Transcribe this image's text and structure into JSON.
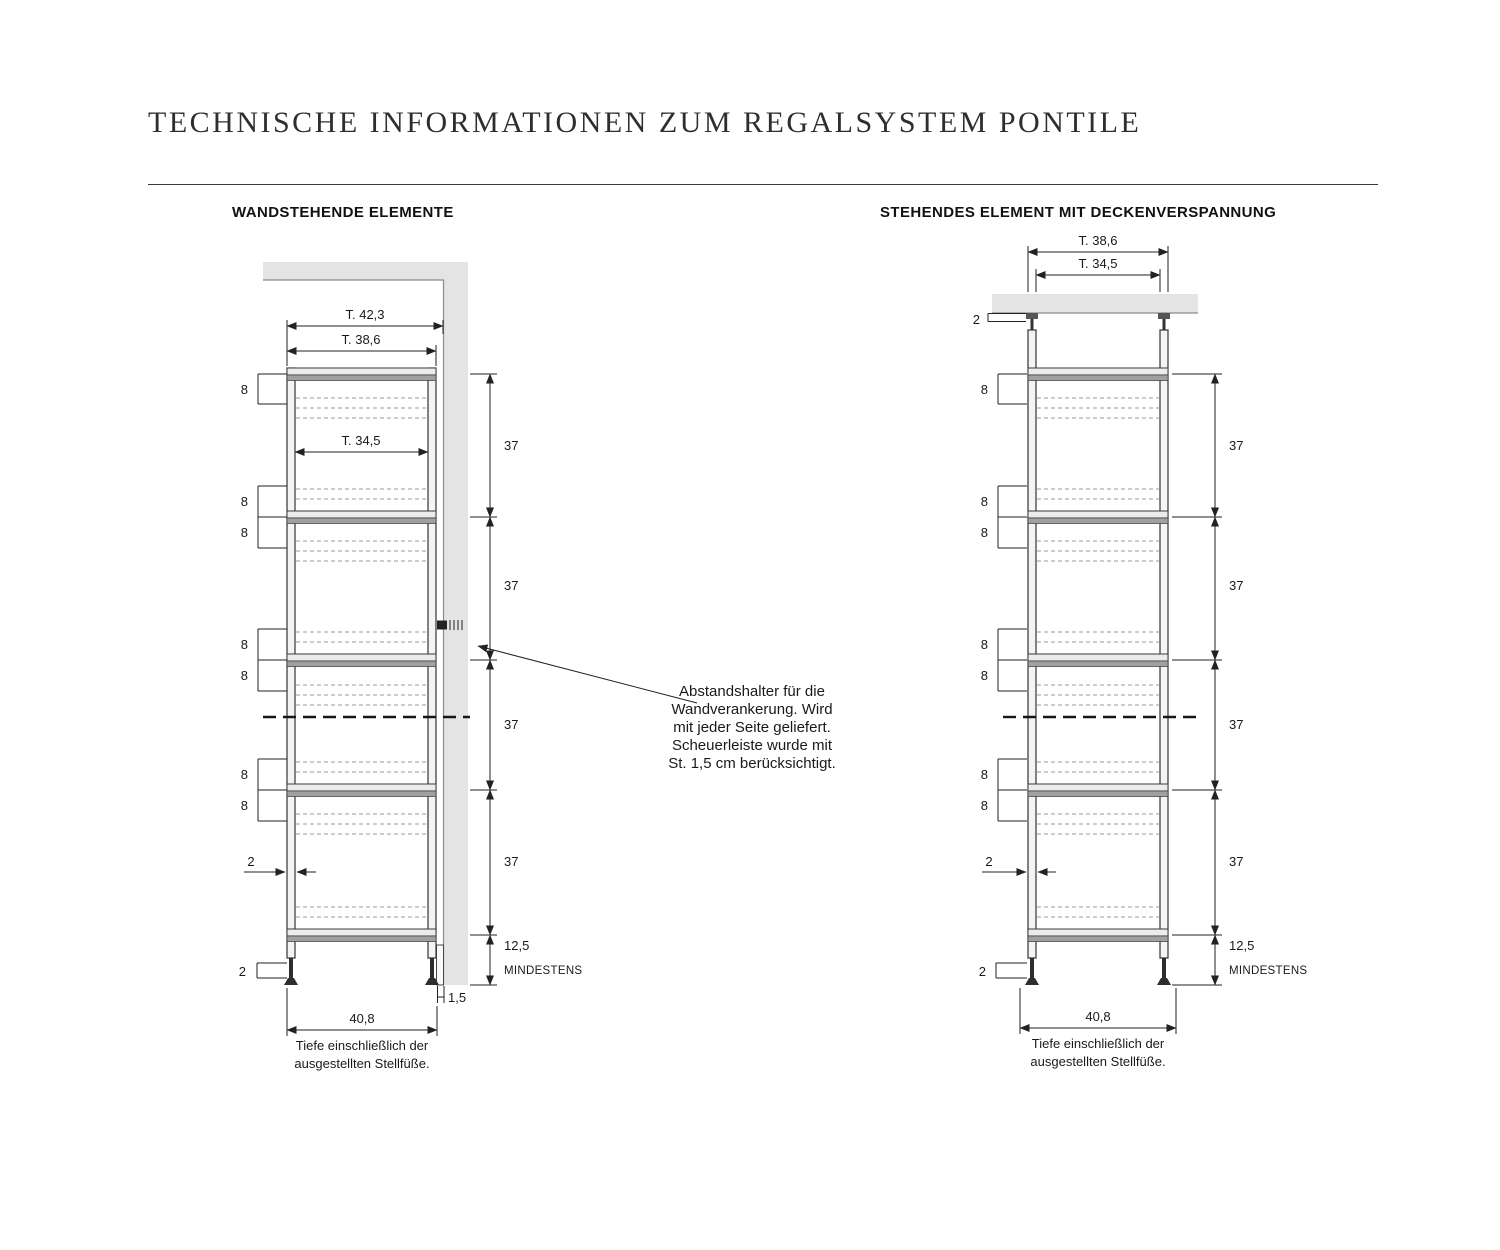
{
  "page": {
    "title": "TECHNISCHE INFORMATIONEN ZUM REGALSYSTEM PONTILE"
  },
  "colors": {
    "wall": "#e4e4e4",
    "shelf_top": "#ececec",
    "shelf_edge": "#a0a0a0",
    "line": "#222222"
  },
  "left_diagram": {
    "heading": "WANDSTEHENDE ELEMENTE",
    "dim_t423": "T. 42,3",
    "dim_t386": "T. 38,6",
    "dim_t345": "T. 34,5",
    "dim_8": "8",
    "dim_37": "37",
    "dim_2": "2",
    "dim_125": "12,5",
    "dim_min": "MINDESTENS",
    "dim_15": "1,5",
    "dim_408": "40,8",
    "caption_1": "Tiefe einschließlich der",
    "caption_2": "ausgestellten Stellfüße.",
    "annotation_1": "Abstandshalter für die",
    "annotation_2": "Wandverankerung. Wird",
    "annotation_3": "mit jeder Seite geliefert.",
    "annotation_4": "Scheuerleiste wurde mit",
    "annotation_5": "St. 1,5 cm berücksichtigt."
  },
  "right_diagram": {
    "heading": "STEHENDES ELEMENT MIT DECKENVERSPANNUNG",
    "dim_t386": "T. 38,6",
    "dim_t345": "T. 34,5",
    "dim_8": "8",
    "dim_37": "37",
    "dim_2": "2",
    "dim_125": "12,5",
    "dim_min": "MINDESTENS",
    "dim_408": "40,8",
    "caption_1": "Tiefe einschließlich der",
    "caption_2": "ausgestellten Stellfüße."
  }
}
